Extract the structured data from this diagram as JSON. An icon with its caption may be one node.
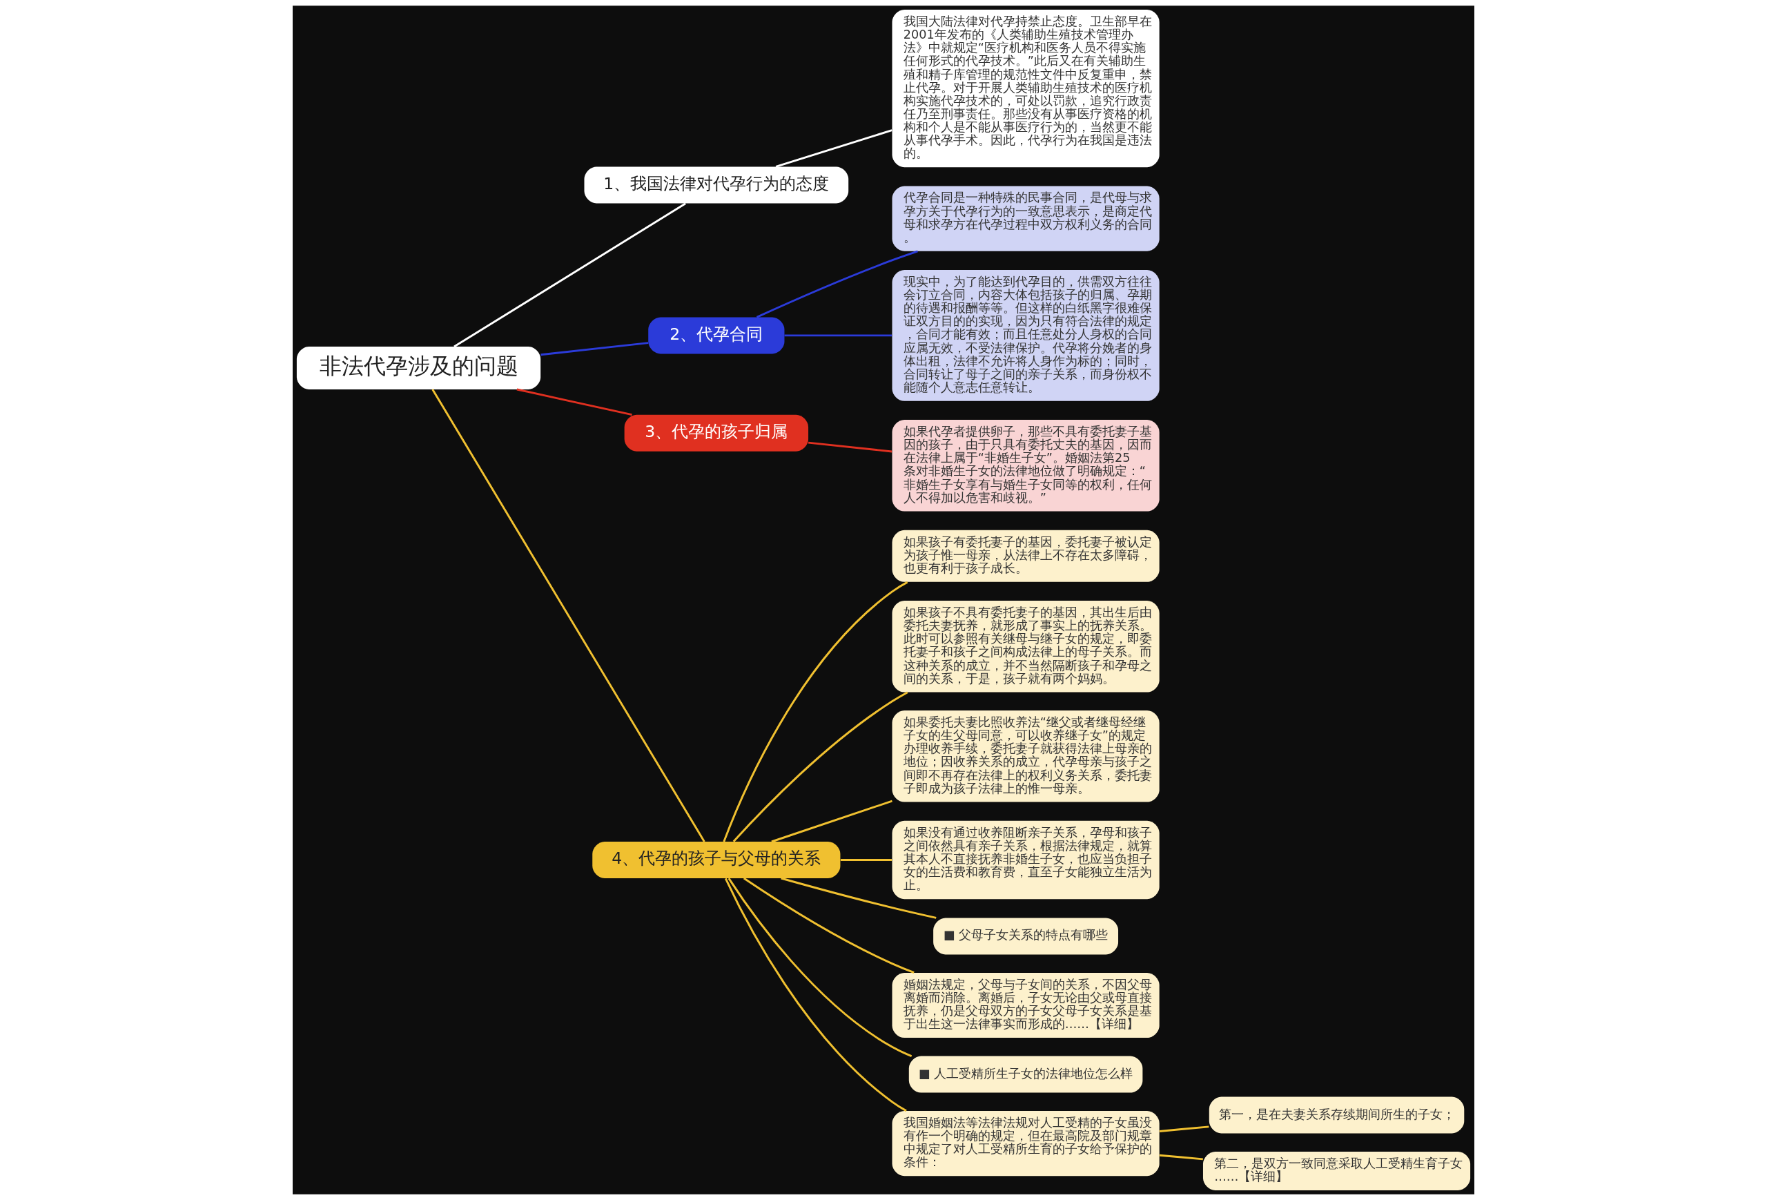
{
  "diagram": {
    "nodes": [
      {
        "text": [
          "非法代孕涉及的问题"
        ]
      },
      {
        "text": [
          "1、我国法律对代孕行为的态度"
        ]
      },
      {
        "text": [
          "我国大陆法律对代孕持禁止态度。卫生部早在2001年发布的《人类辅助生殖技术管理办法》中就规定“医疗机构和医务人员不得实施任何形式的代孕技术。”此后又在有关辅助生殖和精子库管理的规范性文件中反复重申，禁止代孕。对于开展人类辅助生殖技术的医疗机构实施代孕技术的，可处以罚款，追究行政责任乃至刑事责任。那些没有从事医疗资格的机构和个人是不能从事医疗行为的，当然更不能从事代孕手术。因此，代孕行为在我国是违法的。"
        ]
      },
      {
        "text": [
          "2、代孕合同"
        ]
      },
      {
        "text": [
          "代孕合同是一种特殊的民事合同，是代母与求孕方关于代孕行为的一致意思表示，是商定代母和求孕方在代孕过程中双方权利义务的合同。"
        ]
      },
      {
        "text": [
          "现实中，为了能达到代孕目的，供需双方往往会订立合同，内容大体包括孩子的归属、孕期的待遇和报酬等等。但这样的白纸黑字很难保证双方目的的实现，因为只有符合法律的规定，合同才能有效；而且任意处分人身权的合同应属无效，不受法律保护。代孕将分娩者的身体出租，法律不允许将人身作为标的；同时，合同转让了母子之间的亲子关系，而身份权不能随个人意志任意转让。"
        ]
      },
      {
        "text": [
          "3、代孕的孩子归属"
        ]
      },
      {
        "text": [
          "如果代孕者提供卵子，那些不具有委托妻子基因的孩子，由于只具有委托丈夫的基因，因而在法律上属于“非婚生子女”。婚姻法第25条对非婚生子女的法律地位做了明确规定：“非婚生子女享有与婚生子女同等的权利，任何人不得加以危害和歧视。”"
        ]
      },
      {
        "text": [
          "4、代孕的孩子与父母的关系"
        ]
      },
      {
        "text": [
          "如果孩子有委托妻子的基因，委托妻子被认定为孩子惟一母亲，从法律上不存在太多障碍，也更有利于孩子成长。"
        ]
      },
      {
        "text": [
          "如果孩子不具有委托妻子的基因，其出生后由委托夫妻抚养，就形成了事实上的抚养关系。此时可以参照有关继母与继子女的规定，即委托妻子和孩子之间构成法律上的母子关系。而这种关系的成立，并不当然隔断孩子和孕母之间的关系，于是，孩子就有两个妈妈。"
        ]
      },
      {
        "text": [
          "如果委托夫妻比照收养法“继父或者继母经继子女的生父母同意，可以收养继子女”的规定办理收养手续，委托妻子就获得法律上母亲的地位；因收养关系的成立，代孕母亲与孩子之间即不再存在法律上的权利义务关系，委托妻子即成为孩子法律上的惟一母亲。"
        ]
      },
      {
        "text": [
          "如果没有通过收养阻断亲子关系，孕母和孩子之间依然具有亲子关系，根据法律规定，就算其本人不直接抚养非婚生子女，也应当负担子女的生活费和教育费，直至子女能独立生活为止。"
        ]
      },
      {
        "text": [
          "■ 父母子女关系的特点有哪些"
        ]
      },
      {
        "text": [
          "婚姻法规定，父母与子女间的关系，不因父母离婚而消除。离婚后，子女无论由父或母直接抚养，仍是父母双方的子女父母子女关系是基于出生这一法律事实而形成的……【详细】"
        ]
      },
      {
        "text": [
          "■ 人工受精所生子女的法律地位怎么样"
        ]
      },
      {
        "text": [
          "我国婚姻法等法律法规对人工受精的子女虽没有作一个明确的规定，但在最高院及部门规章中规定了对人工受精所生育的子女给予保护的条件："
        ]
      },
      {
        "text": [
          "第一，是在夫妻关系存续期间所生的子女；"
        ]
      },
      {
        "text": [
          "第二，是双方一致同意采取人工受精生育子女……【详细】"
        ]
      }
    ],
    "edges": [
      {
        "from": 0,
        "to": 1,
        "arrow": "none",
        "color": "#ffffff"
      },
      {
        "from": 1,
        "to": 2,
        "arrow": "none",
        "color": "#ffffff"
      },
      {
        "from": 0,
        "to": 3,
        "arrow": "none",
        "color": "#2b3bd9"
      },
      {
        "from": 3,
        "to": 4,
        "arrow": "none",
        "color": "#2b3bd9"
      },
      {
        "from": 3,
        "to": 5,
        "arrow": "none",
        "color": "#2b3bd9"
      },
      {
        "from": 0,
        "to": 6,
        "arrow": "none",
        "color": "#e03020"
      },
      {
        "from": 6,
        "to": 7,
        "arrow": "none",
        "color": "#e03020"
      },
      {
        "from": 0,
        "to": 8,
        "arrow": "none"
      },
      {
        "from": 8,
        "to": 9,
        "arrow": "none"
      },
      {
        "from": 8,
        "to": 10,
        "arrow": "none"
      },
      {
        "from": 8,
        "to": 11,
        "arrow": "none"
      },
      {
        "from": 8,
        "to": 12,
        "arrow": "none"
      },
      {
        "from": 8,
        "to": 13,
        "arrow": "none"
      },
      {
        "from": 8,
        "to": 14,
        "arrow": "none"
      },
      {
        "from": 8,
        "to": 15,
        "arrow": "none"
      },
      {
        "from": 8,
        "to": 16,
        "arrow": "none"
      },
      {
        "from": 16,
        "to": 17,
        "arrow": "none"
      },
      {
        "from": 16,
        "to": 18,
        "arrow": "none"
      }
    ]
  }
}
